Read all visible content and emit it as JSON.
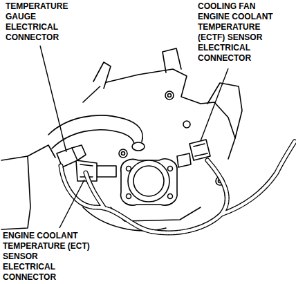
{
  "diagram": {
    "labels": [
      "TEMPERATURE GAUGE ELECTRICAL CONNECTOR",
      "COOLING FAN ENGINE COOLANT TEMPERATURE (ECTF) SENSOR ELECTRICAL CONNECTOR",
      "ENGINE COOLANT TEMPERATURE (ECT) SENSOR ELECTRICAL CONNECTOR"
    ]
  }
}
